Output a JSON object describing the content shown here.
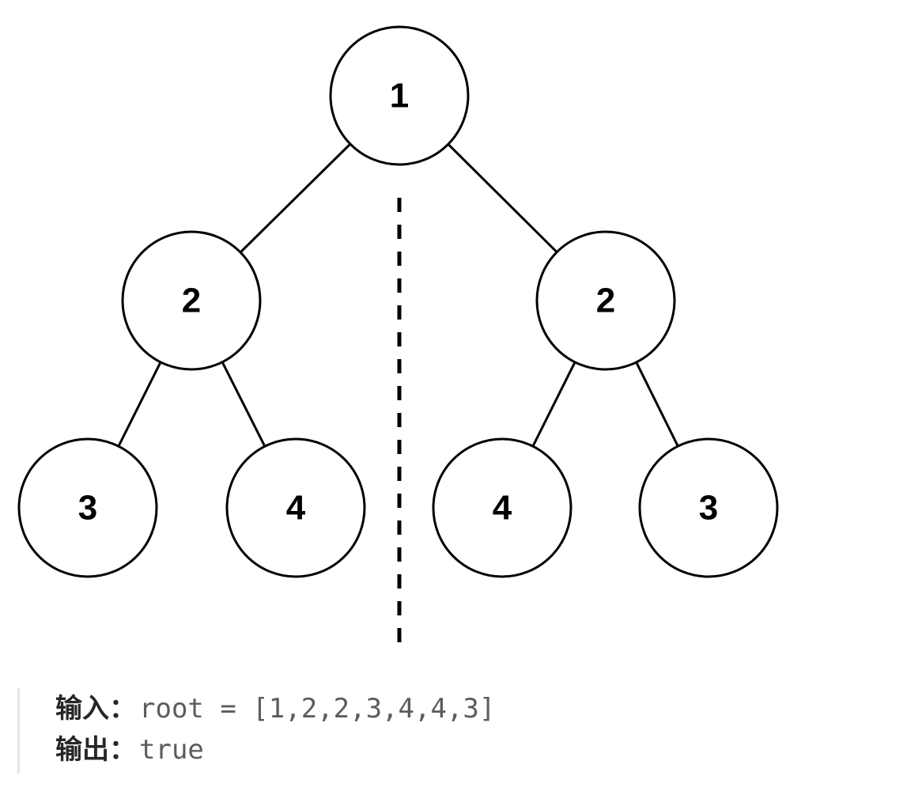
{
  "tree": {
    "nodes": [
      {
        "id": "root",
        "label": "1"
      },
      {
        "id": "left",
        "label": "2"
      },
      {
        "id": "right",
        "label": "2"
      },
      {
        "id": "left-left",
        "label": "3"
      },
      {
        "id": "left-right",
        "label": "4"
      },
      {
        "id": "right-left",
        "label": "4"
      },
      {
        "id": "right-right",
        "label": "3"
      }
    ],
    "edges": [
      [
        "root",
        "left"
      ],
      [
        "root",
        "right"
      ],
      [
        "left",
        "left-left"
      ],
      [
        "left",
        "left-right"
      ],
      [
        "right",
        "right-left"
      ],
      [
        "right",
        "right-right"
      ]
    ]
  },
  "example": {
    "input_label": "输入：",
    "input_value": "root = [1,2,2,3,4,4,3]",
    "output_label": "输出：",
    "output_value": "true"
  }
}
